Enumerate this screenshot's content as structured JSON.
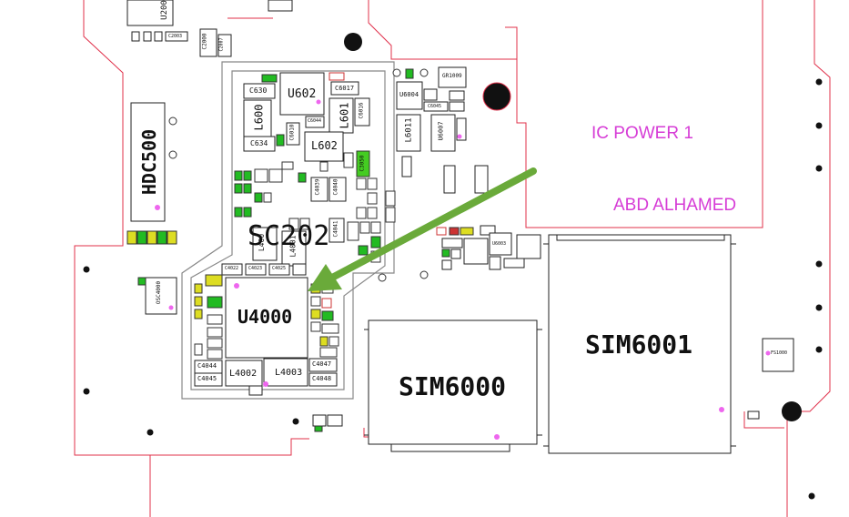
{
  "annotations": {
    "ic_power": "IC POWER 1",
    "author": "ABD ALHAMED"
  },
  "colors": {
    "outline": "#e0304a",
    "arrow": "#6aaa3a",
    "green_pad": "#22bb22",
    "yellow_pad": "#dddd22",
    "test_point": "#ee66ee"
  },
  "chips": {
    "hdc500": "HDC500",
    "sc202": "SC202",
    "u4000": "U4000",
    "sim6000": "SIM6000",
    "sim6001": "SIM6001",
    "u602": "U602",
    "l600": "L600",
    "l601": "L601",
    "l602": "L602",
    "l4002": "L4002",
    "l4003": "L4003",
    "l6011": "L6011",
    "u6004": "U6004",
    "u6007": "U6007",
    "osc4000": "OSC4000",
    "c630": "C630",
    "c634": "C634",
    "c6017": "C6017",
    "c6016": "C6016",
    "c4044": "C4044",
    "c4045": "C4045",
    "c4047": "C4047",
    "c4048": "C4048",
    "c2000": "C2000",
    "c2007": "C2007",
    "c2003": "C2003",
    "u200": "U200",
    "gr1009": "GR1009",
    "fs1000": "FS1000",
    "c4039": "C4039",
    "c4040": "C4040",
    "c3050": "C3050",
    "c4041": "C4041",
    "c6045": "C6045",
    "c4022": "C4022",
    "c4023": "C4023",
    "c4025": "C4025",
    "l400": "L400",
    "l4001": "L4001",
    "u6003": "U6003",
    "c6010": "C6010",
    "c6044": "C6044"
  }
}
